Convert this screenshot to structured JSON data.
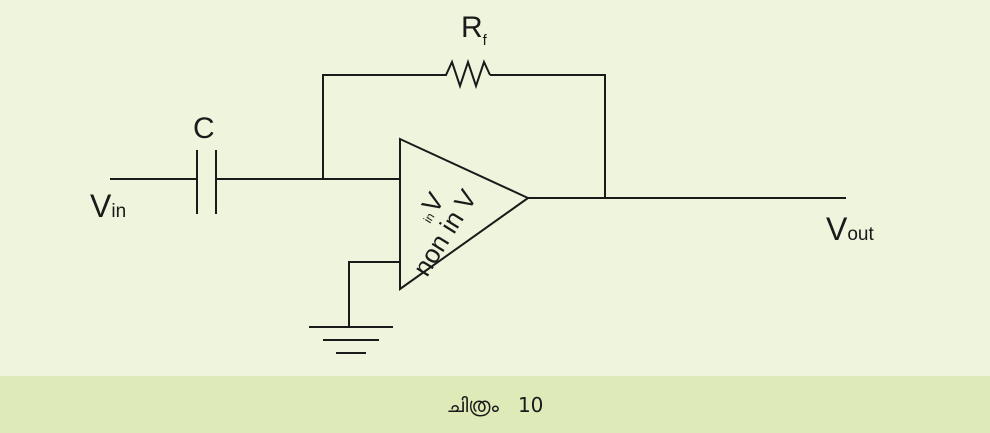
{
  "diagram": {
    "labels": {
      "resistor_main": "R",
      "resistor_sub": "f",
      "capacitor": "C",
      "input_main": "V",
      "input_sub": "in",
      "output_main": "V",
      "output_sub": "out",
      "inverting_main": "V",
      "inverting_sub": "in",
      "noninverting": "non in V"
    }
  },
  "caption": {
    "word": "ചിത്രം",
    "number": "10"
  },
  "colors": {
    "diagram_background": "#eff5dc",
    "caption_background": "#deeab8",
    "line": "#1a1a1a"
  }
}
